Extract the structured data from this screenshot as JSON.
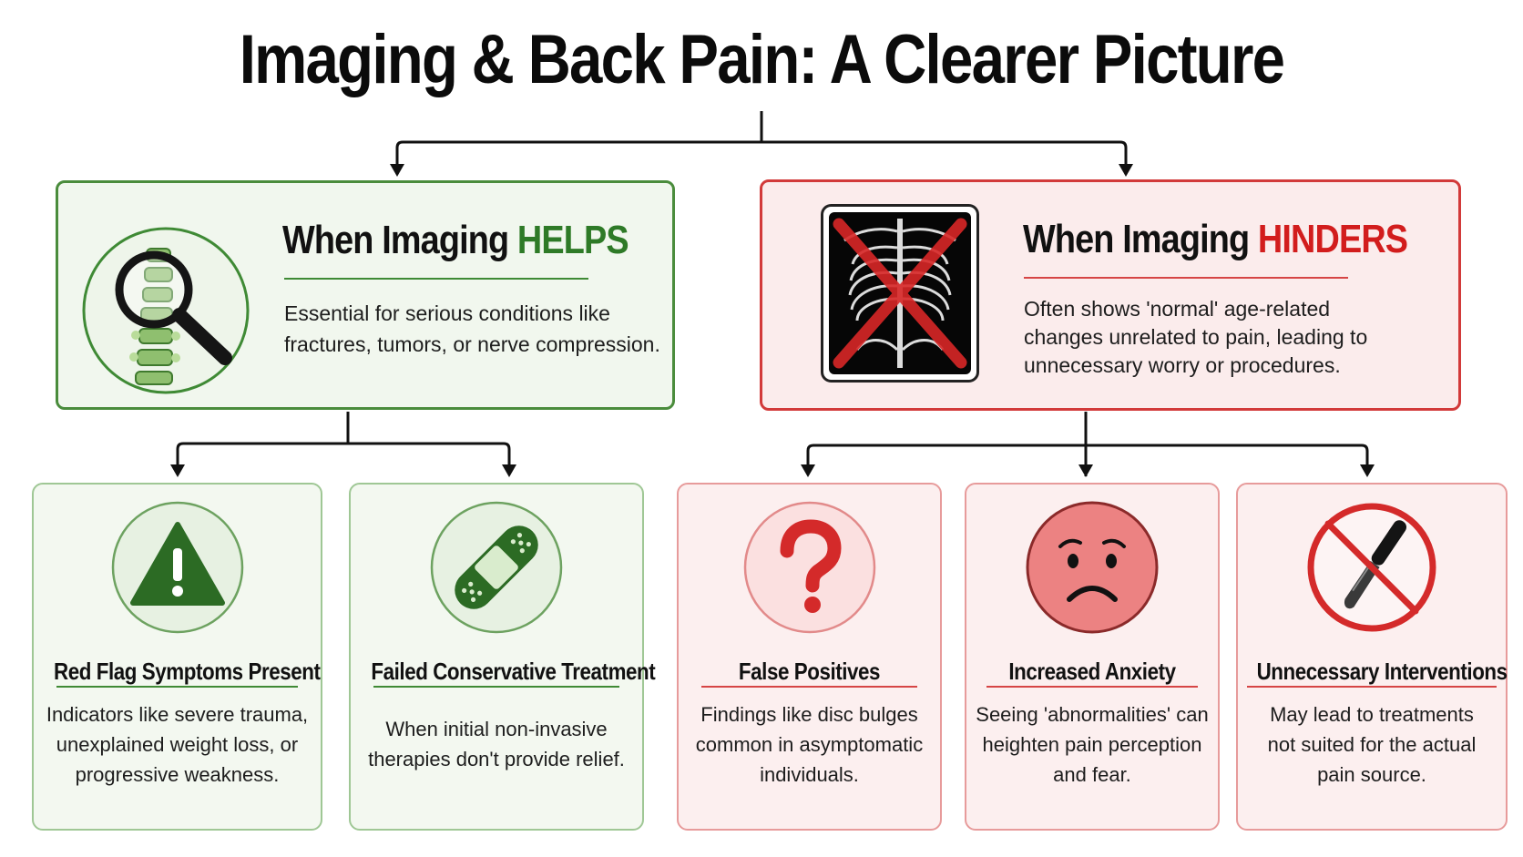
{
  "title": "Imaging & Back Pain: A Clearer Picture",
  "helps": {
    "title_prefix": "When Imaging ",
    "title_accent": "HELPS",
    "description": "Essential for serious conditions like fractures, tumors, or nerve compression.",
    "icon": "magnifier-spine-icon",
    "accent_color": "#2e7a27"
  },
  "hinders": {
    "title_prefix": "When Imaging ",
    "title_accent": "HINDERS",
    "description": "Often shows 'normal' age-related changes unrelated to pain, leading to unnecessary worry or procedures.",
    "icon": "crossed-xray-icon",
    "accent_color": "#d21d1d"
  },
  "cards": [
    {
      "title": "Red Flag Symptoms Present",
      "description": "Indicators like severe trauma, unexplained weight loss, or progressive weakness.",
      "icon": "warning-triangle-icon"
    },
    {
      "title": "Failed Conservative Treatment",
      "description": "When initial non-invasive therapies don't provide relief.",
      "icon": "bandage-icon"
    },
    {
      "title": "False Positives",
      "description": "Findings like disc bulges common in asymptomatic individuals.",
      "icon": "question-mark-icon"
    },
    {
      "title": "Increased Anxiety",
      "description": "Seeing 'abnormalities' can heighten pain perception and fear.",
      "icon": "worried-face-icon"
    },
    {
      "title": "Unnecessary Interventions",
      "description": "May lead to treatments not suited for the actual pain source.",
      "icon": "no-scalpel-icon"
    }
  ]
}
